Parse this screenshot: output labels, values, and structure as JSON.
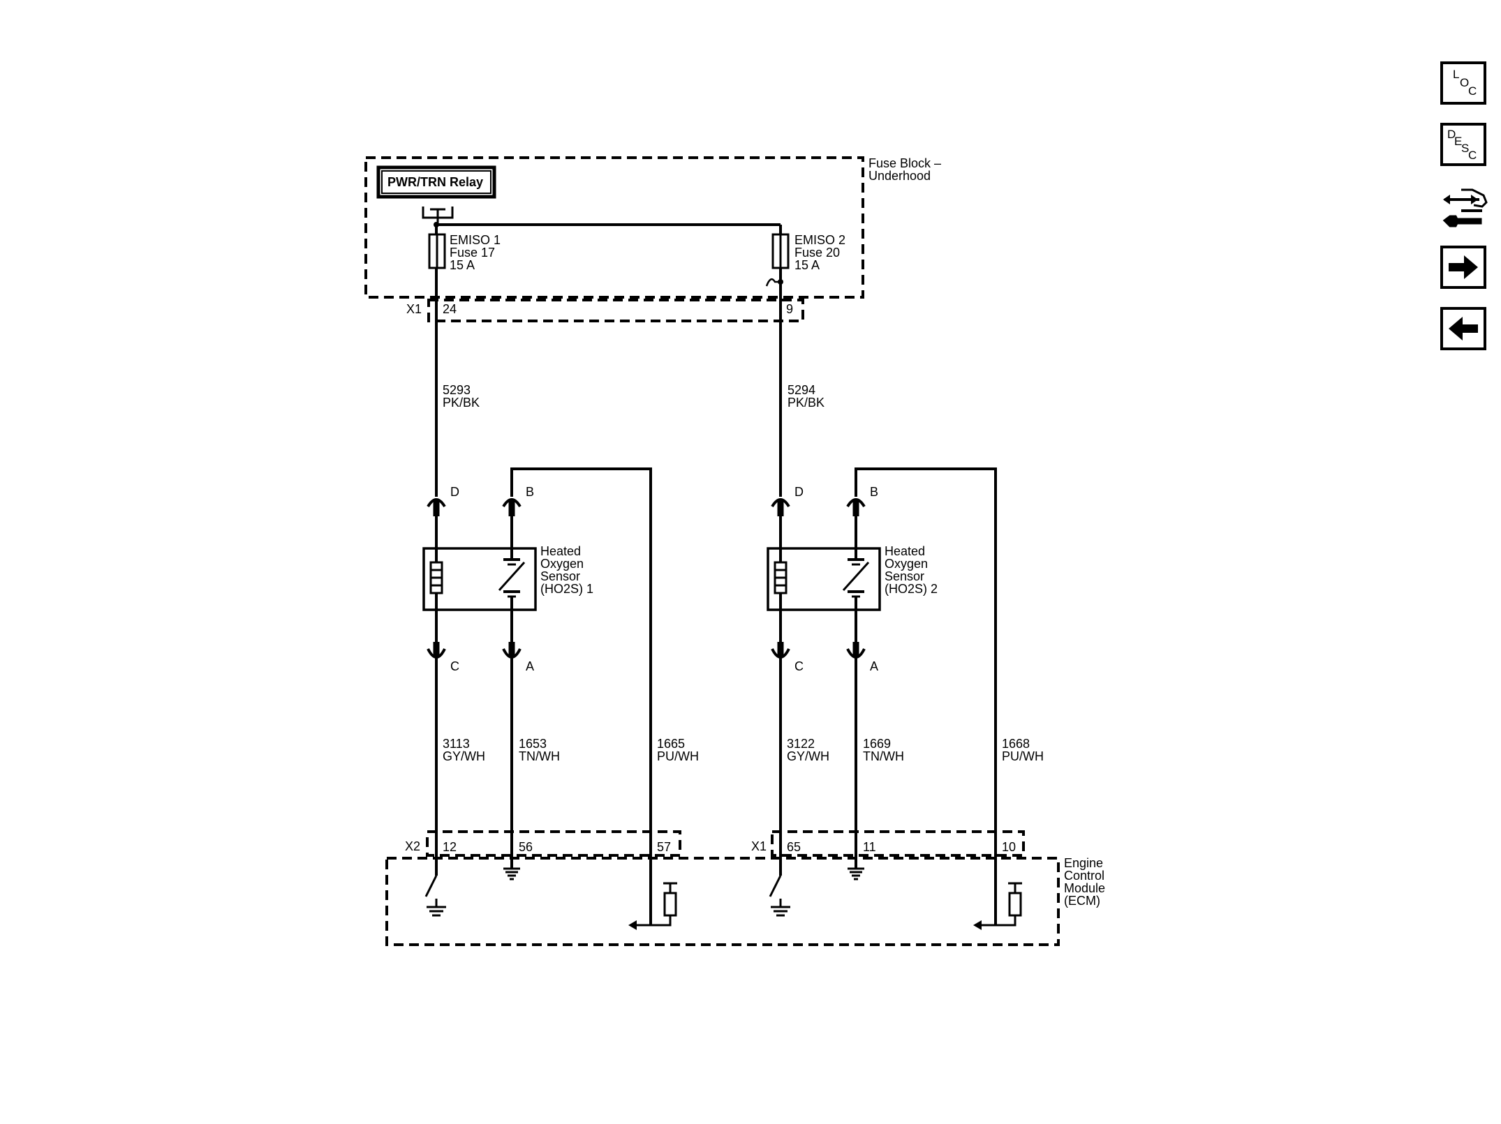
{
  "fuse_block": {
    "title": "Fuse Block –\nUnderhood",
    "relay": "PWR/TRN Relay",
    "fuse1": {
      "name": "EMISO 1",
      "fuse": "Fuse 17",
      "rating": "15 A"
    },
    "fuse2": {
      "name": "EMISO 2",
      "fuse": "Fuse 20",
      "rating": "15 A"
    },
    "connector": "X1",
    "pin_left": "24",
    "pin_right": "9"
  },
  "wires_top": {
    "left": {
      "circuit": "5293",
      "color": "PK/BK"
    },
    "right": {
      "circuit": "5294",
      "color": "PK/BK"
    }
  },
  "sensor1": {
    "label": "Heated\nOxygen\nSensor\n(HO2S) 1",
    "pins": {
      "d": "D",
      "b": "B",
      "c": "C",
      "a": "A"
    }
  },
  "sensor2": {
    "label": "Heated\nOxygen\nSensor\n(HO2S) 2",
    "pins": {
      "d": "D",
      "b": "B",
      "c": "C",
      "a": "A"
    }
  },
  "wires_bottom": {
    "w1": {
      "circuit": "3113",
      "color": "GY/WH"
    },
    "w2": {
      "circuit": "1653",
      "color": "TN/WH"
    },
    "w3": {
      "circuit": "1665",
      "color": "PU/WH"
    },
    "w4": {
      "circuit": "3122",
      "color": "GY/WH"
    },
    "w5": {
      "circuit": "1669",
      "color": "TN/WH"
    },
    "w6": {
      "circuit": "1668",
      "color": "PU/WH"
    }
  },
  "ecm": {
    "title": "Engine\nControl\nModule\n(ECM)",
    "conn_left": "X2",
    "conn_right": "X1",
    "pins": [
      "12",
      "56",
      "57",
      "65",
      "11",
      "10"
    ]
  },
  "sidebar": {
    "loc": {
      "l1": "L",
      "l2": "O",
      "l3": "C"
    },
    "desc": {
      "l1": "D",
      "l2": "E",
      "l3": "S",
      "l4": "C"
    }
  }
}
